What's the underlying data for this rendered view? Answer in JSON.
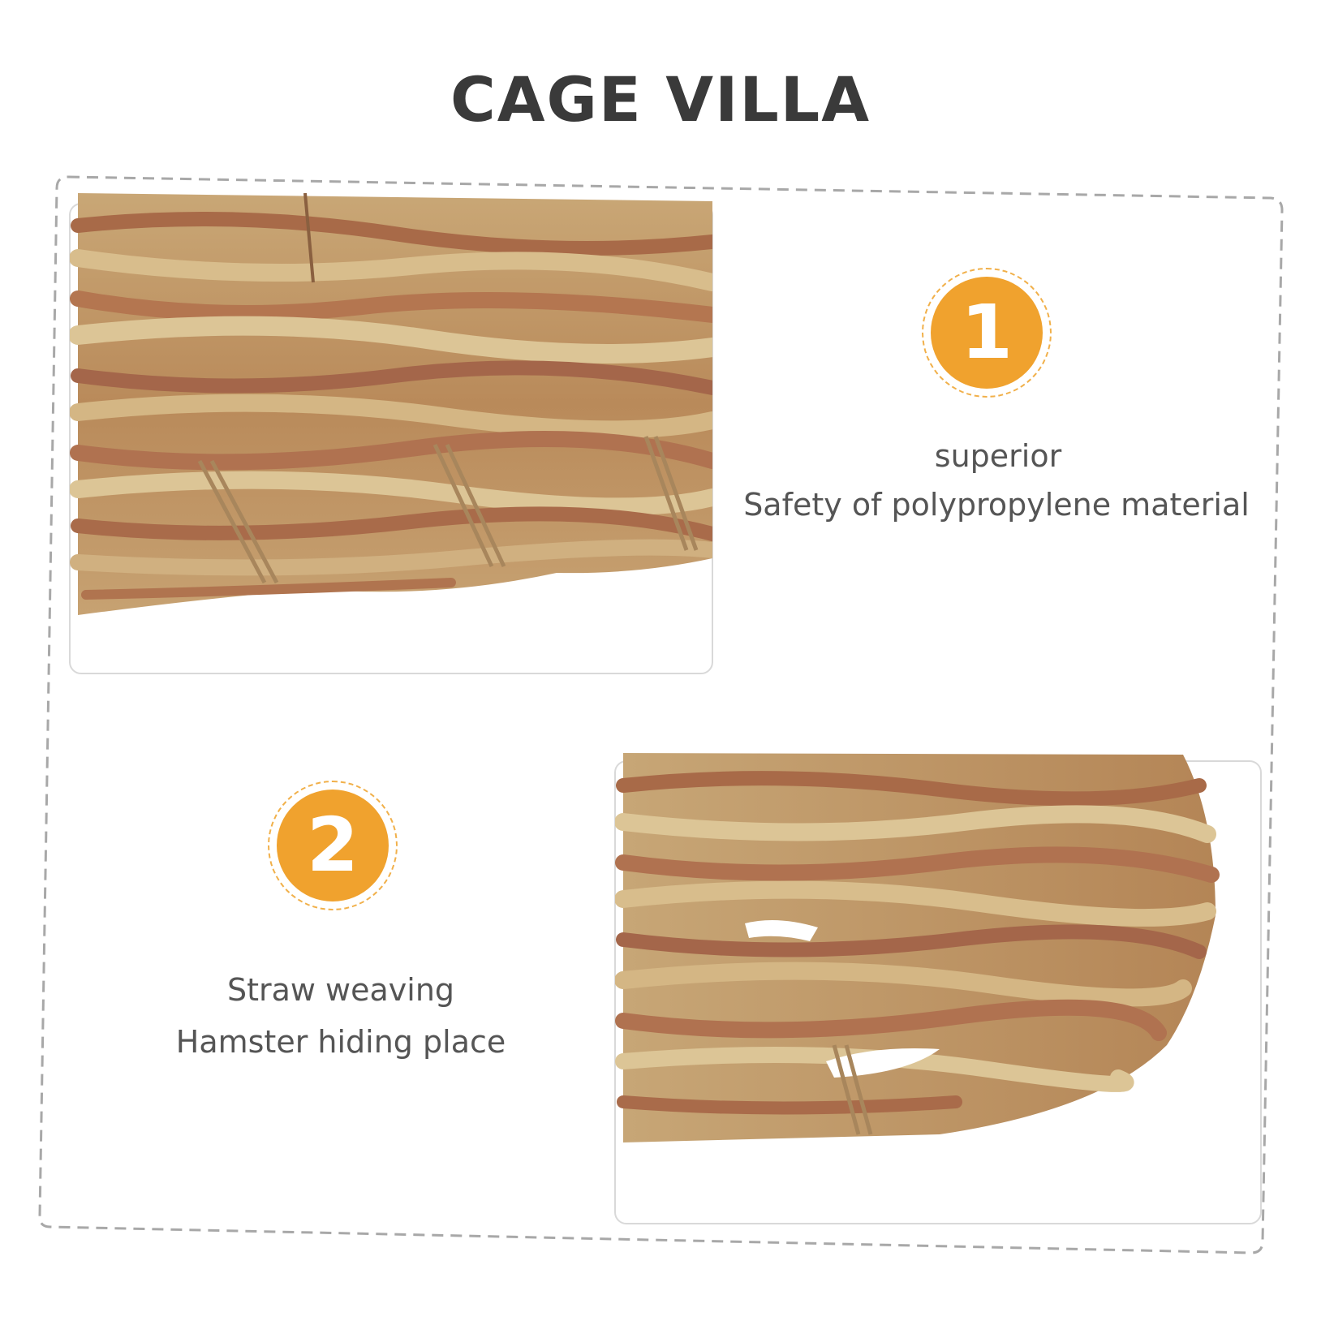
{
  "title": "CAGE VILLA",
  "features": [
    {
      "number": "1",
      "line1": "superior",
      "line2": "Safety of polypropylene material"
    },
    {
      "number": "2",
      "line1": "Straw weaving",
      "line2": "Hamster hiding place"
    }
  ],
  "colors": {
    "badge": "#f0a22e",
    "title": "#3a3a3a",
    "text": "#555555",
    "frame": "#a8a8a8"
  }
}
